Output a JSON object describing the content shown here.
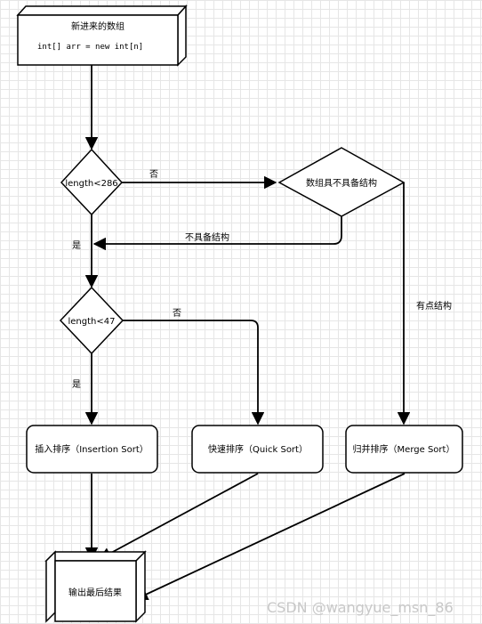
{
  "diagram": {
    "nodes": {
      "input_array": {
        "title": "新进来的数组",
        "code": "int[] arr = new int[n]"
      },
      "decision_length_286": "length<286",
      "decision_structure": "数组具不具备结构",
      "decision_length_47": "length<47",
      "insertion_sort": "插入排序（Insertion Sort）",
      "quick_sort": "快速排序（Quick Sort）",
      "merge_sort": "归并排序（Merge Sort）",
      "output_result": "输出最后结果"
    },
    "edge_labels": {
      "no_286": "否",
      "no_structure": "不具备结构",
      "yes_286": "是",
      "no_47": "否",
      "has_structure": "有点结构",
      "yes_47": "是"
    },
    "watermark": "CSDN @wangyue_msn_86",
    "colors": {
      "stroke": "#000000",
      "fill": "#ffffff",
      "grid": "#e6e6e6",
      "watermark": "#c8c8c8"
    }
  }
}
